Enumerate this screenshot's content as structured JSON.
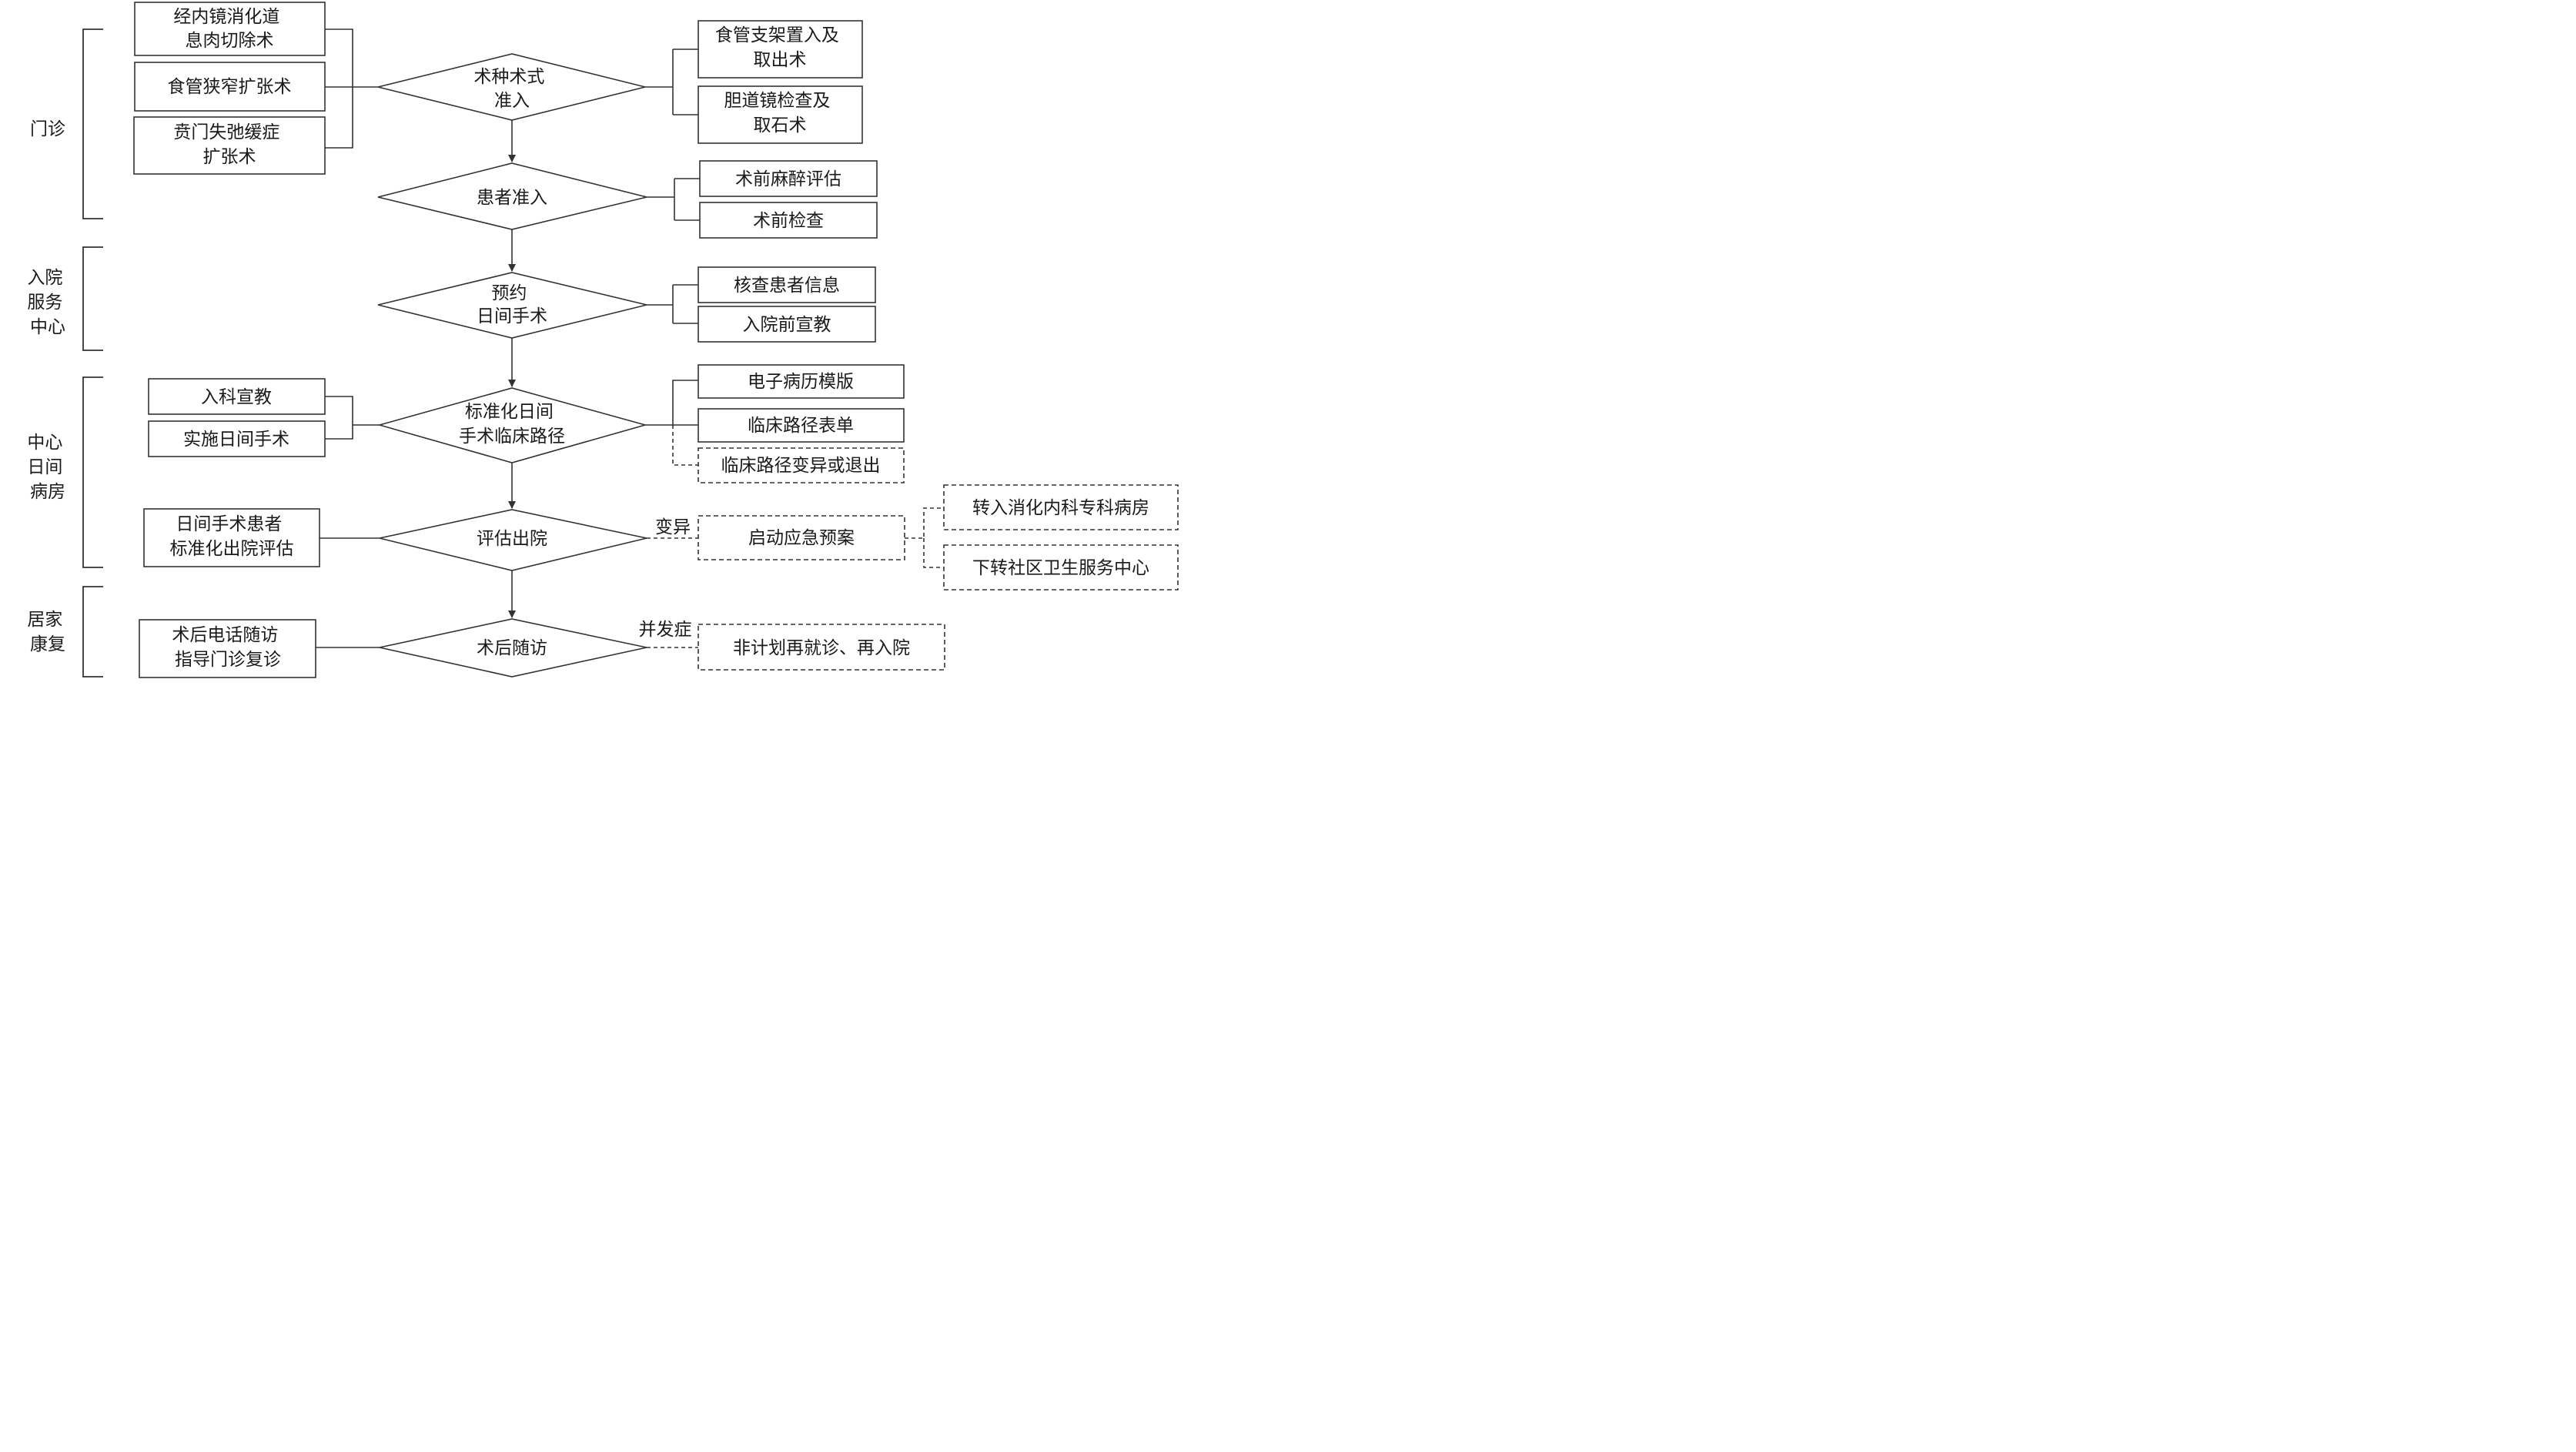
{
  "stages": {
    "outpatient": "门诊",
    "admission": [
      "入院",
      "服务",
      "中心"
    ],
    "ward": [
      "中心",
      "日间",
      "病房"
    ],
    "home": [
      "居家",
      "康复"
    ]
  },
  "decisions": {
    "procedure": [
      "术种术式",
      "准入"
    ],
    "patient": "患者准入",
    "booking": [
      "预约",
      "日间手术"
    ],
    "pathway": [
      "标准化日间",
      "手术临床路径"
    ],
    "discharge": "评估出院",
    "followup": "术后随访"
  },
  "left": {
    "polypectomy": [
      "经内镜消化道",
      "息肉切除术"
    ],
    "dilation": "食管狭窄扩张术",
    "achalasia": [
      "贲门失弛缓症",
      "扩张术"
    ],
    "ward_edu": "入科宣教",
    "perform": "实施日间手术",
    "discharge_eval": [
      "日间手术患者",
      "标准化出院评估"
    ],
    "phone": [
      "术后电话随访",
      "指导门诊复诊"
    ]
  },
  "right": {
    "stent": [
      "食管支架置入及",
      "取出术"
    ],
    "ercp": [
      "胆道镜检查及",
      "取石术"
    ],
    "anesthesia": "术前麻醉评估",
    "exam": "术前检查",
    "verify": "核查患者信息",
    "pre_edu": "入院前宣教",
    "emr": "电子病历模版",
    "pathway_form": "临床路径表单",
    "variation_exit": "临床路径变异或退出",
    "emergency": "启动应急预案",
    "transfer": "转入消化内科专科病房",
    "community": "下转社区卫生服务中心",
    "readmit": "非计划再就诊、再入院"
  },
  "edge_labels": {
    "variation": "变异",
    "complication": "并发症"
  }
}
